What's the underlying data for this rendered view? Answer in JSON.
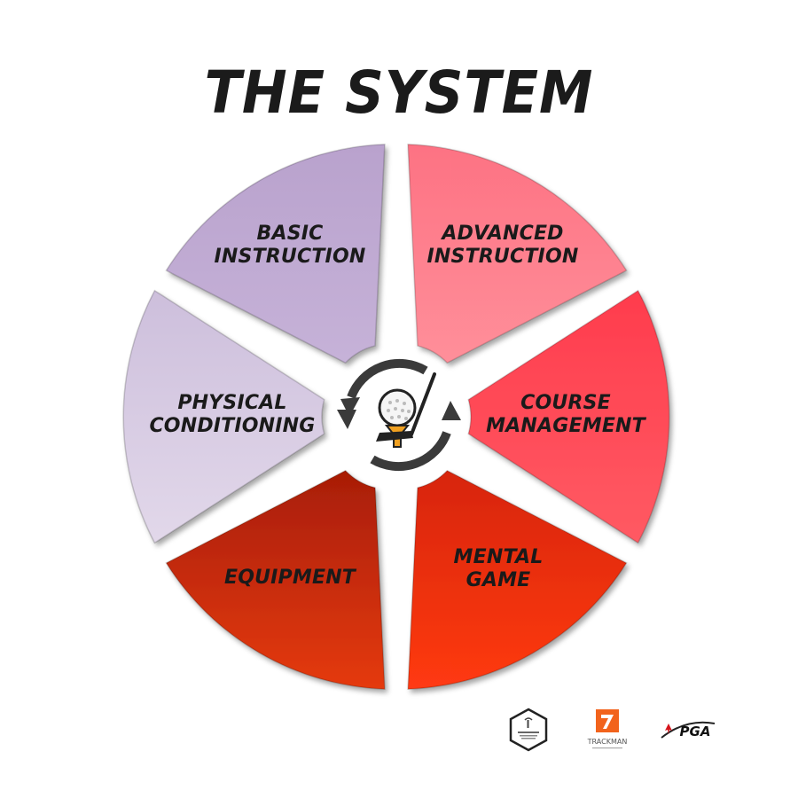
{
  "title": "THE SYSTEM",
  "segments": [
    {
      "id": "basic",
      "lines": [
        "BASIC",
        "INSTRUCTION"
      ],
      "color_top": "#b9a2cd",
      "color_bottom": "#c6b2d8"
    },
    {
      "id": "advanced",
      "lines": [
        "ADVANCED",
        "INSTRUCTION"
      ],
      "color_top": "#fd7283",
      "color_bottom": "#ff8f9a"
    },
    {
      "id": "course",
      "lines": [
        "COURSE",
        "MANAGEMENT"
      ],
      "color_top": "#ff3c4d",
      "color_bottom": "#ff5a63"
    },
    {
      "id": "mental",
      "lines": [
        "MENTAL",
        "GAME"
      ],
      "color_top": "#d7250a",
      "color_bottom": "#ff3a12"
    },
    {
      "id": "equipment",
      "lines": [
        "EQUIPMENT"
      ],
      "color_top": "#a81d06",
      "color_bottom": "#e53a0d"
    },
    {
      "id": "physical",
      "lines": [
        "PHYSICAL",
        "CONDITIONING"
      ],
      "color_top": "#cdbfdc",
      "color_bottom": "#e2d8ea"
    }
  ],
  "center_icon": "golf-ball-tee-club-cycle-icon",
  "logos": {
    "titleist": {
      "icon": "titleist-performance-institute-logo"
    },
    "trackman": {
      "icon": "trackman-logo",
      "text": "TRACKMAN"
    },
    "pga": {
      "icon": "pga-logo",
      "text": "PGA"
    }
  }
}
